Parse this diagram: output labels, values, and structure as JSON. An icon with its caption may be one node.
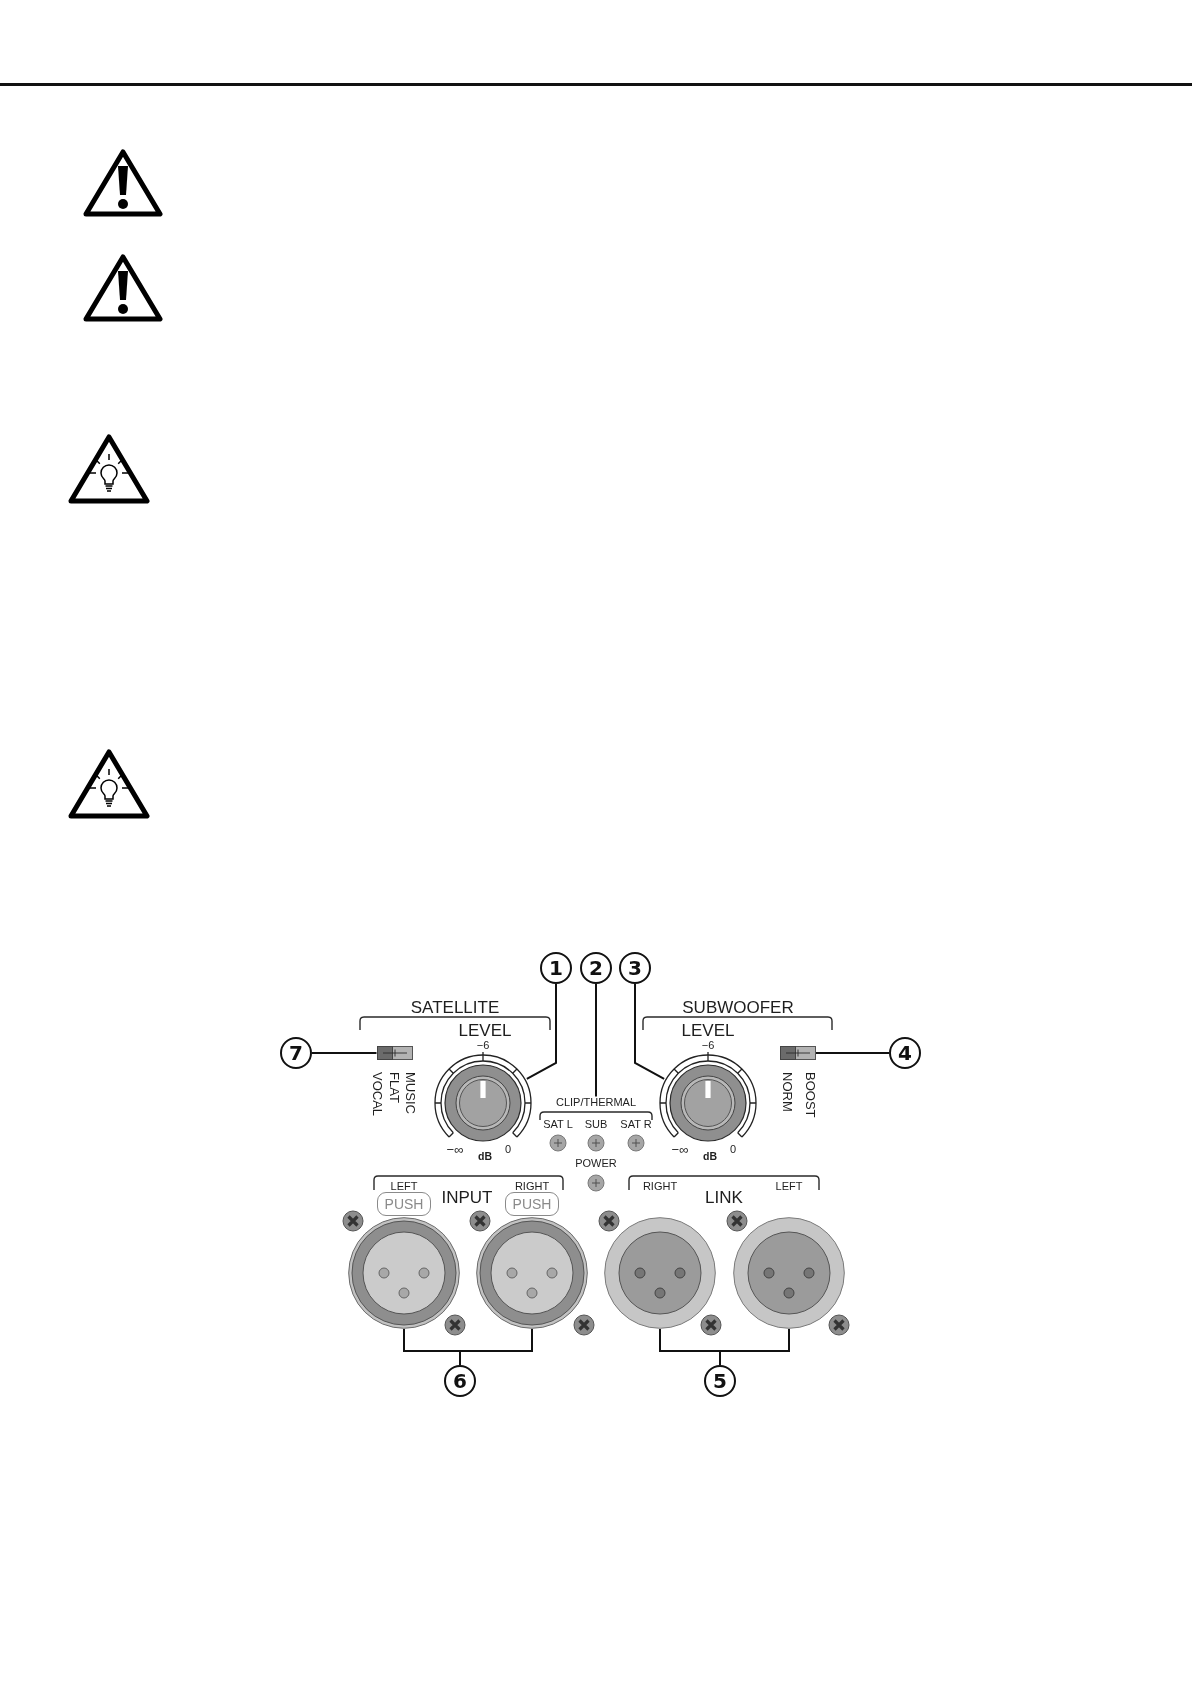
{
  "diagram": {
    "nodes": [
      {
        "text": [
          "1"
        ]
      },
      {
        "text": [
          "2"
        ]
      },
      {
        "text": [
          "3"
        ]
      },
      {
        "text": [
          "7"
        ]
      },
      {
        "text": [],
        "shape": "picture",
        "beside": [
          "VOCAL",
          "FLAT",
          "MUSIC"
        ]
      },
      {
        "text": [
          "4"
        ]
      },
      {
        "text": [],
        "shape": "picture",
        "beside": [
          "NORM",
          "BOOST"
        ]
      },
      {
        "text": [],
        "shape": "picture",
        "beside": [
          "−6",
          "−∞",
          "dB",
          "0"
        ]
      },
      {
        "text": [],
        "shape": "picture",
        "beside": [
          "−6",
          "−∞",
          "dB",
          "0"
        ]
      },
      {
        "text": [
          "CLIP/THERMAL"
        ]
      },
      {
        "text": [
          "PUSH"
        ]
      },
      {
        "text": [
          "PUSH"
        ]
      },
      {
        "text": [],
        "shape": "picture"
      },
      {
        "text": [],
        "shape": "picture"
      },
      {
        "text": [],
        "shape": "picture"
      },
      {
        "text": [],
        "shape": "picture"
      },
      {
        "text": [
          "6"
        ]
      },
      {
        "text": [
          "5"
        ]
      }
    ],
    "edges": [
      {
        "from": 0,
        "to": 7,
        "arrow": "none"
      },
      {
        "from": 1,
        "to": 9,
        "arrow": "none"
      },
      {
        "from": 2,
        "to": 8,
        "arrow": "none"
      },
      {
        "from": 5,
        "to": 6,
        "arrow": "none"
      },
      {
        "from": 17,
        "to": 14,
        "arrow": "none"
      },
      {
        "from": 17,
        "to": 15,
        "arrow": "none"
      },
      {
        "from": 16,
        "to": 12,
        "arrow": "none"
      },
      {
        "from": 16,
        "to": 13,
        "arrow": "none"
      },
      {
        "from": 3,
        "to": 4,
        "arrow": "none"
      }
    ],
    "labels": [
      "SATELLITE",
      "SUBWOOFER",
      "LEVEL",
      "LEVEL",
      "SAT L",
      "SUB",
      "SAT R",
      "POWER",
      "LEFT",
      "RIGHT",
      "RIGHT",
      "LEFT",
      "INPUT",
      "LINK"
    ]
  }
}
